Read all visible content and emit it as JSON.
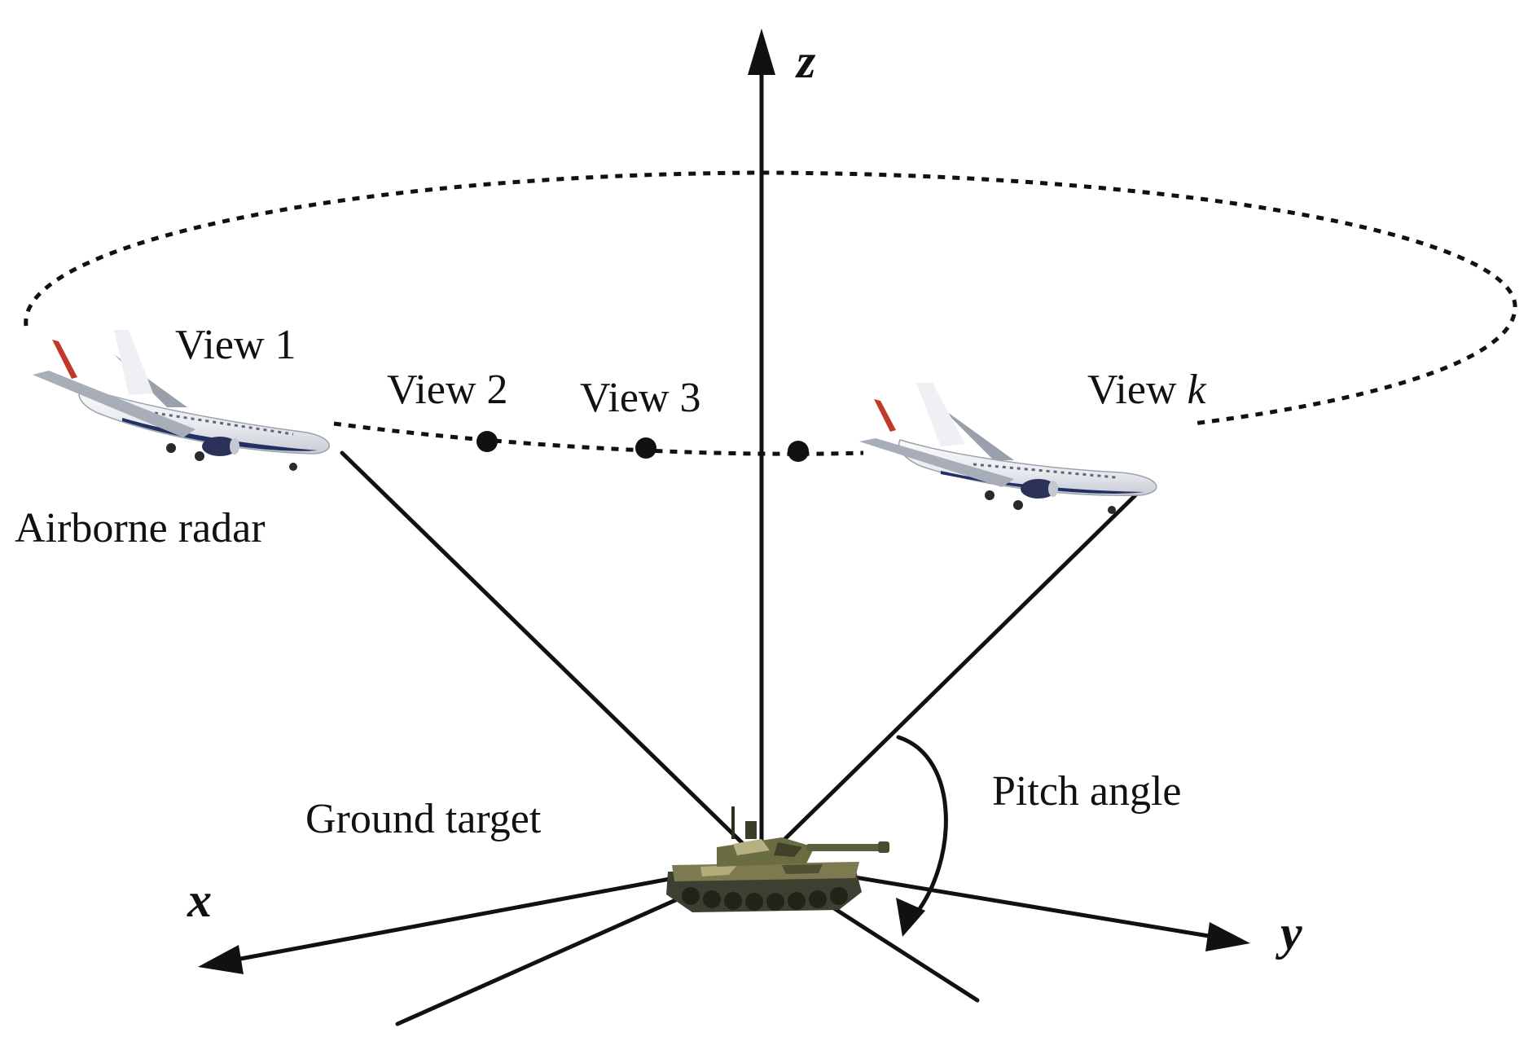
{
  "axes": {
    "x": "x",
    "y": "y",
    "z": "z"
  },
  "labels": {
    "view1": "View 1",
    "view2": "View 2",
    "view3": "View 3",
    "viewk_prefix": "View ",
    "viewk_var": "k",
    "airborne_radar": "Airborne radar",
    "ground_target": "Ground target",
    "pitch_angle": "Pitch angle"
  },
  "icons": {
    "aircraft": "airliner-icon",
    "target": "tank-icon"
  }
}
